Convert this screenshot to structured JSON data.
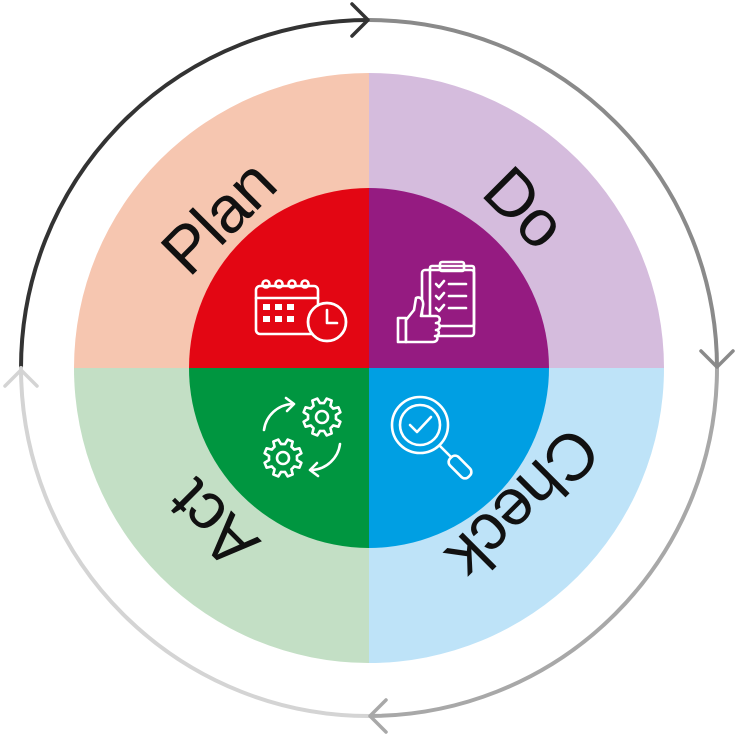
{
  "quadrants": [
    {
      "key": "plan",
      "label": "Plan",
      "outer_color": "#F6C6B0",
      "inner_color": "#E30613",
      "icon": "calendar-clock-icon"
    },
    {
      "key": "do",
      "label": "Do",
      "outer_color": "#D5BCDD",
      "inner_color": "#951B81",
      "icon": "clipboard-thumbs-up-icon"
    },
    {
      "key": "check",
      "label": "Check",
      "outer_color": "#BEE3F8",
      "inner_color": "#009FE3",
      "icon": "magnifier-check-icon"
    },
    {
      "key": "act",
      "label": "Act",
      "outer_color": "#C3DFC5",
      "inner_color": "#009640",
      "icon": "gears-cycle-icon"
    }
  ],
  "cycle_arrows": {
    "direction": "clockwise",
    "colors": [
      "#333333",
      "#8a8a8a",
      "#a8a8a8",
      "#d4d4d4"
    ]
  }
}
